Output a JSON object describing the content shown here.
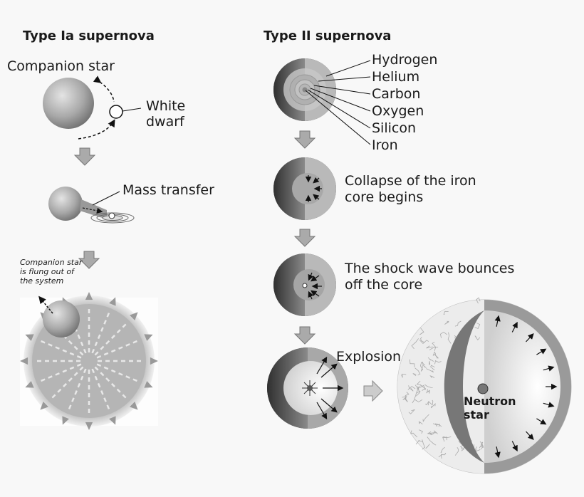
{
  "typeIa": {
    "title": "Type Ia supernova",
    "companion_star": "Companion star",
    "white_dwarf": "White\ndwarf",
    "mass_transfer": "Mass transfer",
    "flung_out": "Companion star is flung out of the system"
  },
  "typeII": {
    "title": "Type II supernova",
    "layers": [
      "Hydrogen",
      "Helium",
      "Carbon",
      "Oxygen",
      "Silicon",
      "Iron"
    ],
    "collapse": "Collapse of the iron core begins",
    "shock": "The shock wave bounces off the core",
    "explosion": "Explosion",
    "neutron_star": "Neutron star"
  }
}
